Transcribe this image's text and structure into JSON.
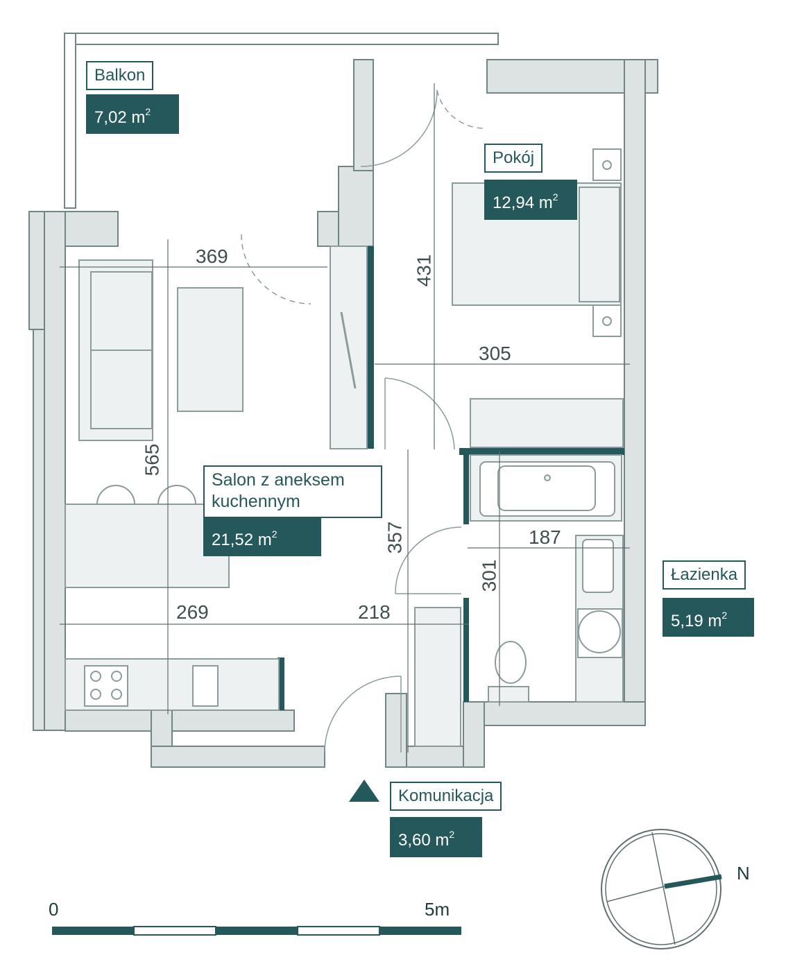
{
  "rooms": [
    {
      "name": "Balkon",
      "area_value": "7,02",
      "area_unit": "m",
      "area_exp": "2"
    },
    {
      "name": "Pokój",
      "area_value": "12,94",
      "area_unit": "m",
      "area_exp": "2"
    },
    {
      "name": "Salon z aneksem",
      "name_line2": "kuchennym",
      "area_value": "21,52",
      "area_unit": "m",
      "area_exp": "2"
    },
    {
      "name": "Łazienka",
      "area_value": "5,19",
      "area_unit": "m",
      "area_exp": "2"
    },
    {
      "name": "Komunikacja",
      "area_value": "3,60",
      "area_unit": "m",
      "area_exp": "2"
    }
  ],
  "dimensions": [
    "369",
    "431",
    "305",
    "565",
    "357",
    "187",
    "301",
    "269",
    "218"
  ],
  "scale": {
    "start": "0",
    "end": "5m"
  },
  "compass": {
    "north_label": "N"
  },
  "colors": {
    "accent": "#25585a",
    "wall": "#dfe3e3",
    "wall_line": "#6f8586",
    "line": "#8a9b9b"
  }
}
